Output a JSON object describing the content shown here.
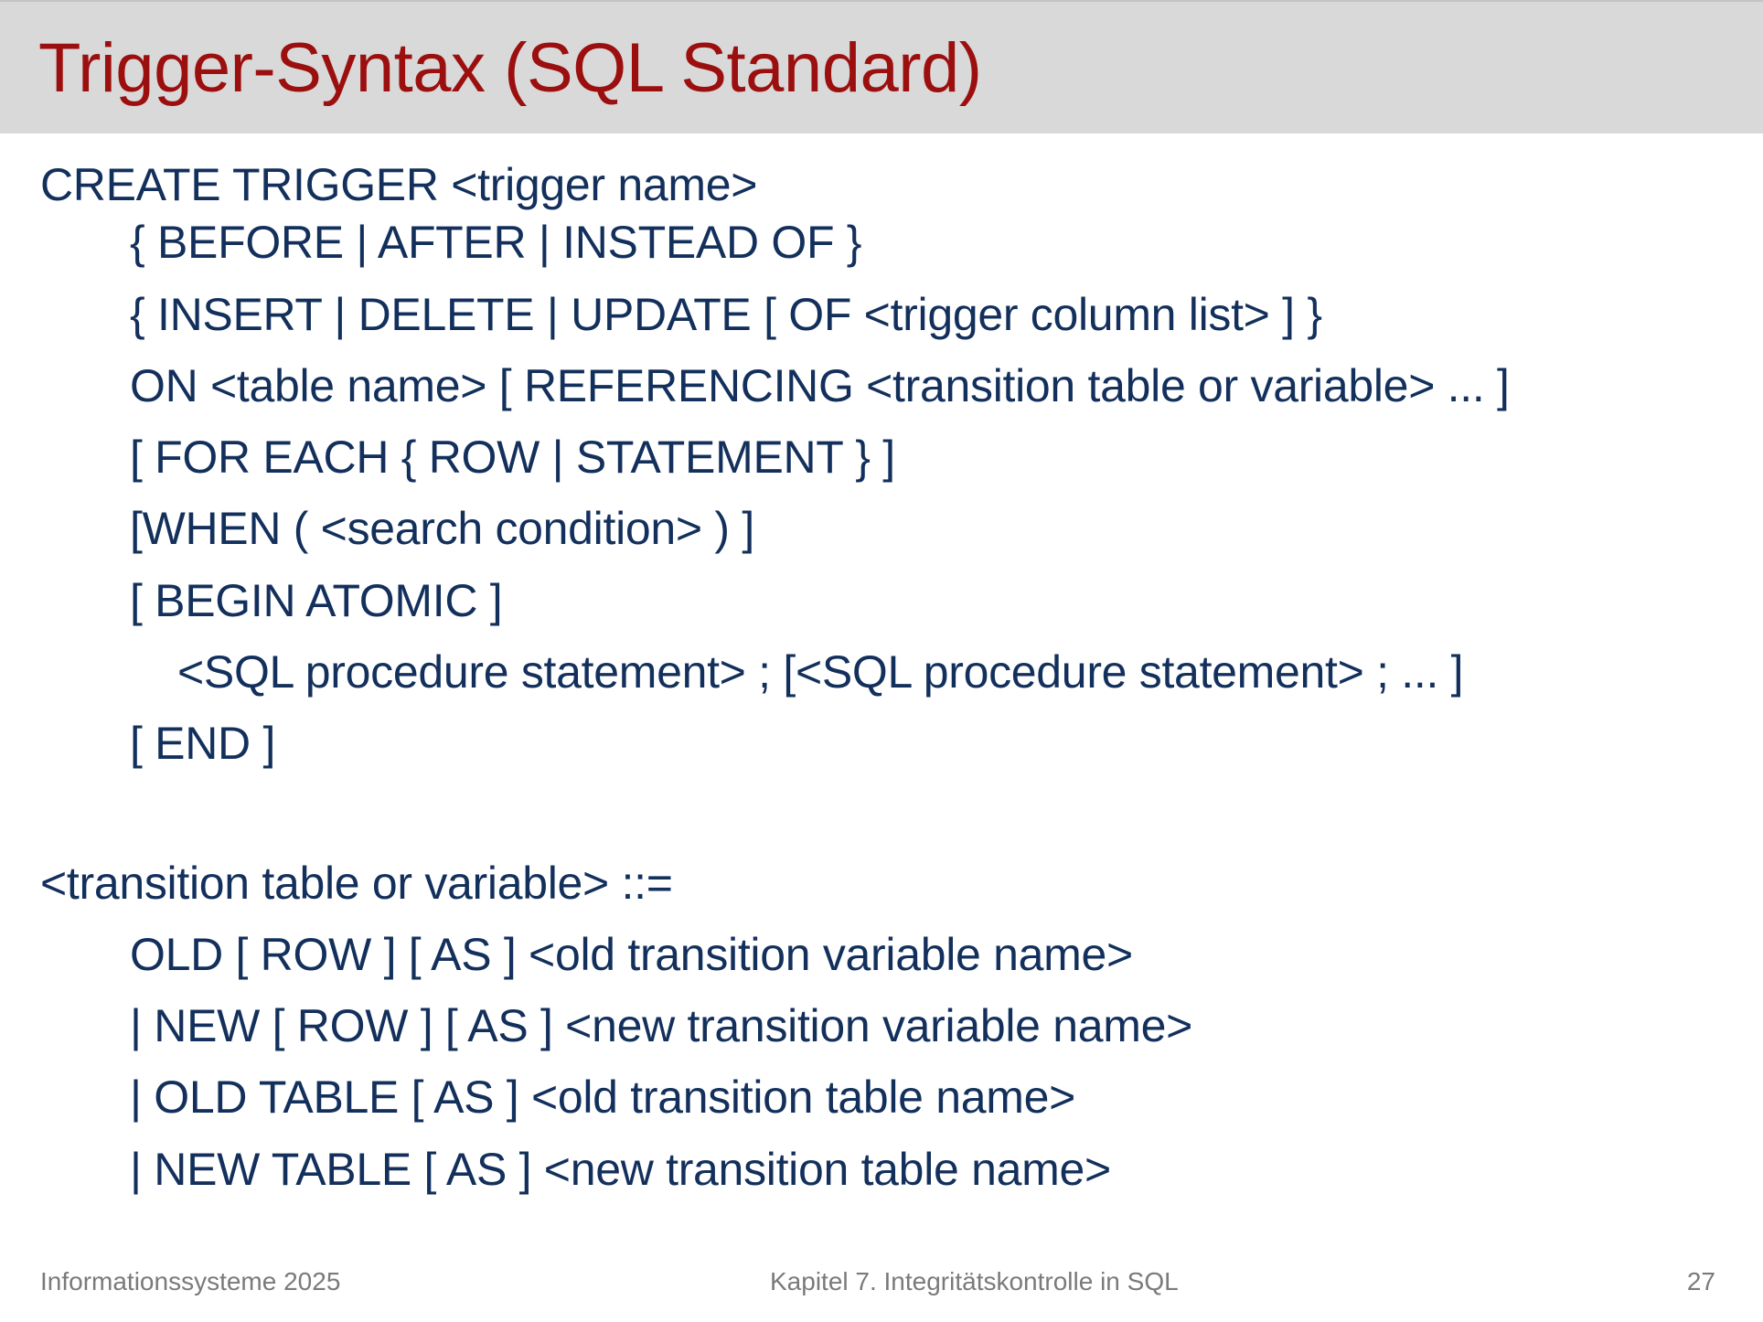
{
  "slide": {
    "title": "Trigger-Syntax (SQL Standard)",
    "syntax_lines": [
      "CREATE TRIGGER <trigger name>",
      "{ BEFORE | AFTER | INSTEAD OF }",
      "{ INSERT | DELETE | UPDATE [ OF <trigger column list> ] }",
      "ON <table name> [ REFERENCING <transition table or variable> ... ]",
      "[ FOR EACH { ROW | STATEMENT } ]",
      "[WHEN ( <search condition> ) ]",
      "[ BEGIN ATOMIC ]",
      "<SQL procedure statement> ; [<SQL procedure statement> ; ... ]",
      "[ END ]"
    ],
    "transition_lines": [
      "<transition table or variable> ::=",
      "OLD [ ROW ] [ AS ] <old transition variable name>",
      "| NEW [ ROW ] [ AS ] <new transition variable name>",
      "| OLD TABLE [ AS ] <old transition table name>",
      "| NEW TABLE [ AS ] <new transition table name>"
    ]
  },
  "footer": {
    "left": "Informationssysteme 2025",
    "center": "Kapitel 7. Integritätskontrolle in SQL",
    "page_number": "27"
  },
  "colors": {
    "title": "#9c0f0f",
    "body_text": "#13305c",
    "title_bar": "#d9d9d9",
    "footer_text": "#7a7a7a"
  }
}
